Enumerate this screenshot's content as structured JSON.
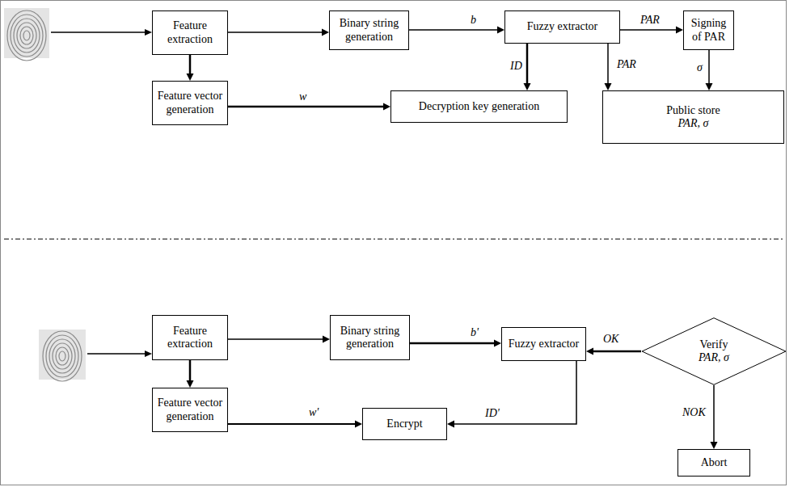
{
  "diagram": {
    "nodes": [
      {
        "text": [
          "Feature extraction"
        ]
      },
      {
        "text": [
          "Binary string generation"
        ]
      },
      {
        "text": [
          "Fuzzy extractor"
        ]
      },
      {
        "text": [
          "Signing of PAR"
        ]
      },
      {
        "text": [
          "Feature vector generation"
        ]
      },
      {
        "text": [
          "Decryption key generation"
        ]
      },
      {
        "text": [
          "Public store",
          "PAR, σ"
        ]
      },
      {
        "text": [
          "Feature extraction"
        ]
      },
      {
        "text": [
          "Binary string generation"
        ]
      },
      {
        "text": [
          "Fuzzy extractor"
        ]
      },
      {
        "text": [
          "Verify",
          "PAR, σ"
        ]
      },
      {
        "text": [
          "Feature vector generation"
        ]
      },
      {
        "text": [
          "Encrypt"
        ]
      },
      {
        "text": [
          "Abort"
        ]
      }
    ],
    "edges": [
      {
        "from": 0,
        "to": 1,
        "arrow": "to"
      },
      {
        "from": 1,
        "to": 2,
        "label": "b",
        "arrow": "to"
      },
      {
        "from": 2,
        "to": 3,
        "label": "PAR",
        "arrow": "to"
      },
      {
        "from": 0,
        "to": 4,
        "arrow": "to"
      },
      {
        "from": 4,
        "to": 5,
        "label": "w",
        "arrow": "to"
      },
      {
        "from": 2,
        "to": 5,
        "label": "ID",
        "arrow": "to"
      },
      {
        "from": 2,
        "to": 6,
        "label": "PAR",
        "arrow": "to"
      },
      {
        "from": 3,
        "to": 6,
        "label": "σ",
        "arrow": "to"
      },
      {
        "from": 7,
        "to": 8,
        "arrow": "to"
      },
      {
        "from": 8,
        "to": 9,
        "label": "b'",
        "arrow": "to"
      },
      {
        "from": 10,
        "to": 9,
        "label": "OK",
        "arrow": "to"
      },
      {
        "from": 7,
        "to": 11,
        "arrow": "to"
      },
      {
        "from": 11,
        "to": 12,
        "label": "w'",
        "arrow": "to"
      },
      {
        "from": 9,
        "to": 12,
        "label": "ID'",
        "arrow": "to"
      },
      {
        "from": 10,
        "to": 13,
        "label": "NOK",
        "arrow": "to"
      }
    ]
  }
}
